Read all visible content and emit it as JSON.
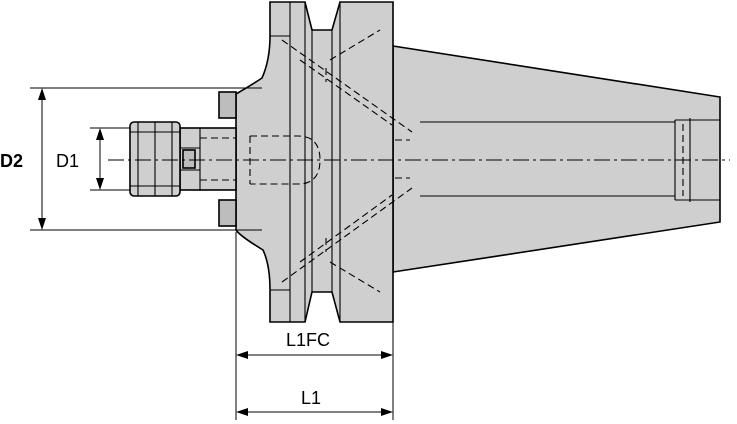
{
  "labels": {
    "d2": "D2",
    "d1": "D1",
    "l1fc": "L1FC",
    "l1": "L1"
  },
  "colors": {
    "body": "#cfcfcf",
    "body_dark": "#bdbdbd",
    "line": "#000000",
    "background": "#ffffff"
  }
}
